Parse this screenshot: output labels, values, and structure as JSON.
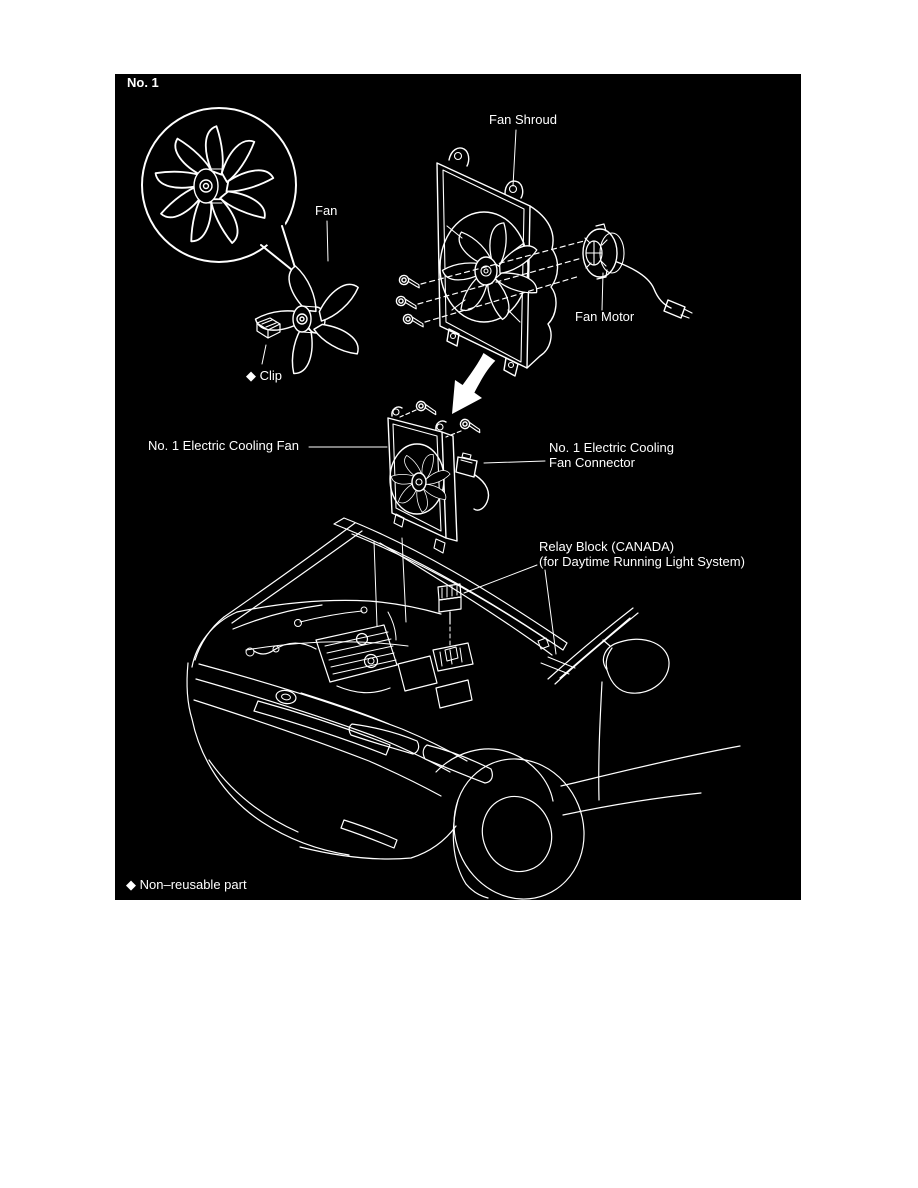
{
  "figure": {
    "panel_label": "No. 1",
    "panel_bg": "#000000",
    "line_color": "#ffffff",
    "parts": {
      "fan_shroud": "Fan Shroud",
      "fan": "Fan",
      "clip": "◆ Clip",
      "fan_motor": "Fan Motor",
      "no1_electric_cooling_fan": "No. 1 Electric Cooling Fan",
      "no1_fan_connector_line1": "No. 1 Electric Cooling",
      "no1_fan_connector_line2": "Fan Connector",
      "relay_block_line1": "Relay Block (CANADA)",
      "relay_block_line2": "(for Daytime Running Light System)"
    },
    "footnote": "◆ Non–reusable part"
  }
}
